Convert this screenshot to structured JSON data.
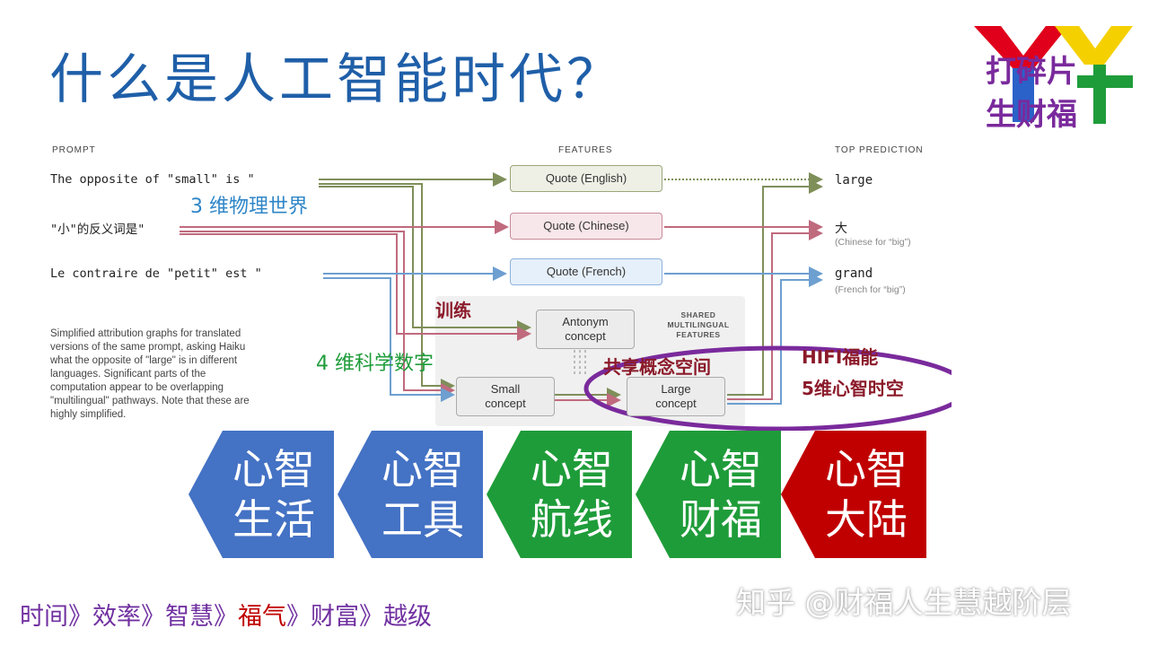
{
  "title": "什么是人工智能时代？",
  "logo": {
    "line1": "打碎片",
    "line2": "生财福"
  },
  "diagram": {
    "headers": {
      "prompt": "PROMPT",
      "features": "FEATURES",
      "prediction": "TOP PREDICTION"
    },
    "prompts": [
      "The opposite of \"small\" is \"",
      "\"小\"的反义词是\"",
      "Le contraire de \"petit\" est \""
    ],
    "features": {
      "quote_en": "Quote (English)",
      "quote_zh": "Quote (Chinese)",
      "quote_fr": "Quote (French)",
      "antonym": "Antonym\nconcept",
      "small": "Small\nconcept",
      "large": "Large\nconcept",
      "shared": "SHARED\nMULTILINGUAL\nFEATURES"
    },
    "predictions": [
      {
        "value": "large",
        "note": ""
      },
      {
        "value": "大",
        "note": "(Chinese for “big”)"
      },
      {
        "value": "grand",
        "note": "(French for “big”)"
      }
    ],
    "caption": "Simplified attribution graphs for translated\nversions of the same prompt, asking Haiku\nwhat the opposite of \"large\" is in different\nlanguages. Significant parts of the\ncomputation appear to be overlapping\n\"multilingual\" pathways. Note that these are\nhighly simplified.",
    "annotations": {
      "dim3": "3 维物理世界",
      "training": "训练",
      "dim4": "4 维科学数字",
      "shared_space": "共享概念空间",
      "hifi": "HIFI福能",
      "dim5": "5维心智时空"
    },
    "colors": {
      "en": "#7f8f5a",
      "zh": "#c06a7e",
      "fr": "#6d9fd0",
      "ellipse": "#7a2a9c"
    }
  },
  "chevrons": [
    {
      "text": "心智\n生活",
      "color": "#4472c4"
    },
    {
      "text": "心智\n工具",
      "color": "#4472c4"
    },
    {
      "text": "心智\n航线",
      "color": "#1f9c3a"
    },
    {
      "text": "心智\n财福",
      "color": "#1f9c3a"
    },
    {
      "text": "心智\n大陆",
      "color": "#c00000"
    }
  ],
  "footer": {
    "items": [
      {
        "text": "时间",
        "color": "#7030a0"
      },
      {
        "text": "》",
        "color": "#7030a0"
      },
      {
        "text": "效率",
        "color": "#7030a0"
      },
      {
        "text": "》",
        "color": "#7030a0"
      },
      {
        "text": "智慧",
        "color": "#7030a0"
      },
      {
        "text": "》",
        "color": "#7030a0"
      },
      {
        "text": "福气",
        "color": "#c00000"
      },
      {
        "text": "》",
        "color": "#7030a0"
      },
      {
        "text": "财富",
        "color": "#7030a0"
      },
      {
        "text": "》",
        "color": "#7030a0"
      },
      {
        "text": "越级",
        "color": "#7030a0"
      }
    ]
  },
  "watermark": "知乎 @财福人生慧越阶层"
}
